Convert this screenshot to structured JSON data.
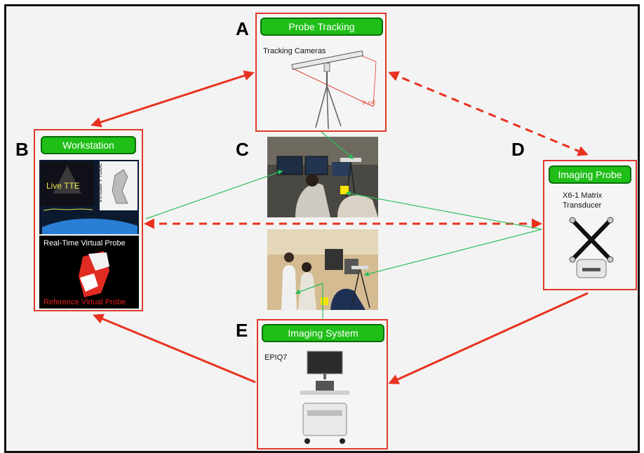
{
  "labels": {
    "a": "A",
    "b": "B",
    "c": "C",
    "d": "D",
    "e": "E"
  },
  "panels": {
    "probe_tracking": {
      "title": "Probe Tracking",
      "caption": "Tracking Cameras",
      "coord_label": "[x,y,z]"
    },
    "workstation": {
      "title": "Workstation",
      "live_label": "Live TTE",
      "virtual_label": "Virtual Probe",
      "realtime_label": "Real-Time Virtual Probe",
      "reference_label": "Reference Virtual Probe"
    },
    "imaging_probe": {
      "title": "Imaging Probe",
      "caption_line1": "X6-1 Matrix",
      "caption_line2": "Transducer"
    },
    "imaging_system": {
      "title": "Imaging System",
      "caption": "EPIQ7"
    }
  },
  "colors": {
    "arrow_red": "#e8321f",
    "link_green": "#2bbf5a",
    "title_green": "#1fbf18",
    "marker_yellow": "#ffe600",
    "live_yellow": "#e8e64a",
    "reference_red": "#e0201a"
  }
}
